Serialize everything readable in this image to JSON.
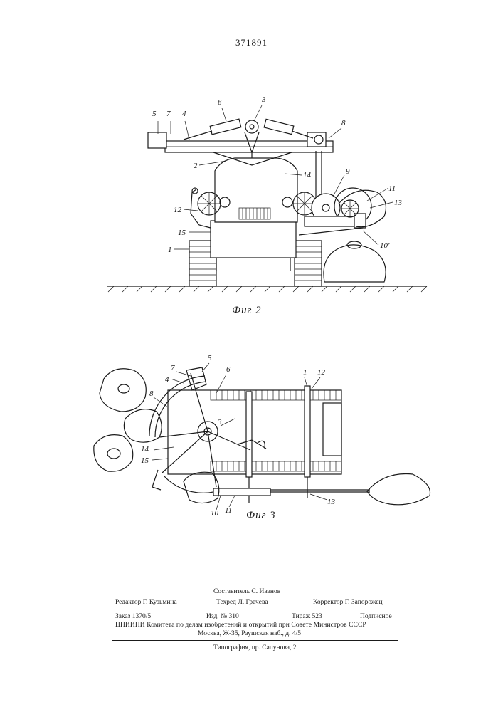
{
  "patent": {
    "number": "371891"
  },
  "figures": [
    {
      "caption": "Фиг 2",
      "labels": [
        "1",
        "2",
        "3",
        "4",
        "5",
        "6",
        "7",
        "8",
        "9",
        "10'",
        "11",
        "12",
        "13",
        "14",
        "15"
      ]
    },
    {
      "caption": "Фиг 3",
      "labels": [
        "1",
        "3",
        "4",
        "5",
        "6",
        "7",
        "8",
        "10",
        "11",
        "12",
        "13",
        "14",
        "15"
      ]
    }
  ],
  "imprint": {
    "compiler": "Составитель С. Иванов",
    "editor": "Редактор Г. Кузьмина",
    "techred": "Техред Л. Грачева",
    "corrector": "Корректор Г. Запорожец",
    "order": "Заказ 1370/5",
    "edition": "Изд. № 310",
    "circulation": "Тираж 523",
    "subscription": "Подписное",
    "institute": "ЦНИИПИ Комитета по делам изобретений и открытий при Совете Министров СССР",
    "address": "Москва, Ж-35, Раушская наб., д. 4/5",
    "printing": "Типография, пр. Сапунова, 2"
  }
}
